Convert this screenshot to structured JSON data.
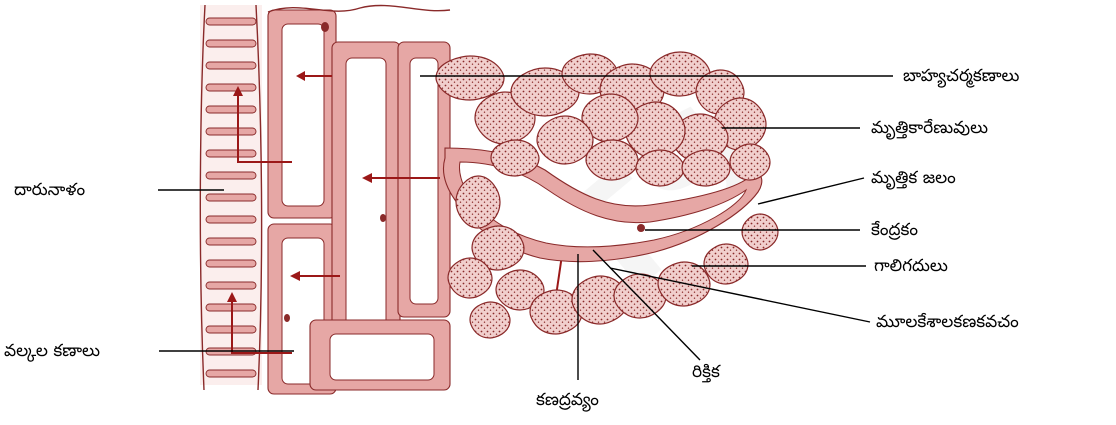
{
  "labels": {
    "xylem": "దారునాళం",
    "cortex_cells": "వల్కల కణాలు",
    "epidermis_cells": "బాహ్యచర్మకణాలు",
    "soil_particles": "మృత్తికారేణువులు",
    "soil_water": "మృత్తిక జలం",
    "nucleus": "కేంద్రకం",
    "air_pockets": "గాలిగదులు",
    "root_hair_cell_wall": "మూలకేశాలకణకవచం",
    "cytoplasm": "కణద్రవ్యం",
    "vacuole": "రిక్తిక"
  },
  "colors": {
    "wall": "#e6a7a5",
    "wall_stroke": "#8a2a2a",
    "arrow": "#9b1818",
    "leader_line": "#000000"
  }
}
